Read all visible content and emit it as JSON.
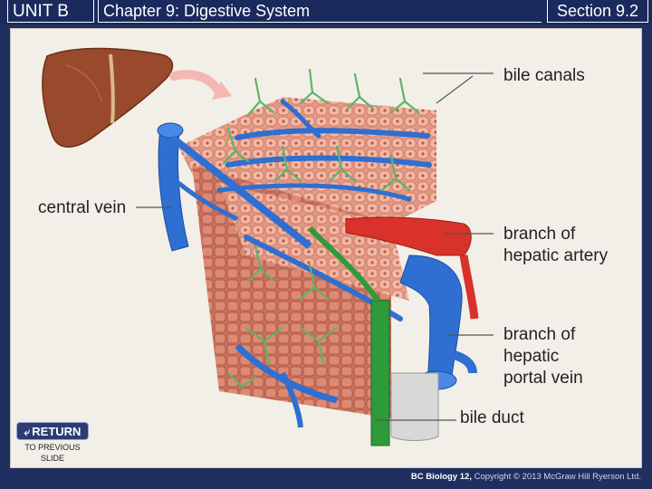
{
  "header": {
    "unit": "UNIT B",
    "chapter": "Chapter 9: Digestive System",
    "section": "Section 9.2"
  },
  "labels": {
    "bile_canals": "bile canals",
    "central_vein": "central vein",
    "hepatic_artery_line1": "branch of",
    "hepatic_artery_line2": "hepatic artery",
    "portal_vein_line1": "branch of",
    "portal_vein_line2": "hepatic",
    "portal_vein_line3": "portal vein",
    "bile_duct": "bile duct"
  },
  "nav": {
    "return_label": "RETURN",
    "return_sub1": "TO PREVIOUS",
    "return_sub2": "SLIDE"
  },
  "footer": {
    "brand": "BC Biology 12,",
    "copyright": "Copyright © 2013 McGraw Hill Ryerson Ltd."
  },
  "colors": {
    "vein_blue": "#2e6fd1",
    "artery_red": "#d8322a",
    "bile_green": "#2e9a3a",
    "tissue": "#e9a08c",
    "liver": "#9a4a2c"
  }
}
